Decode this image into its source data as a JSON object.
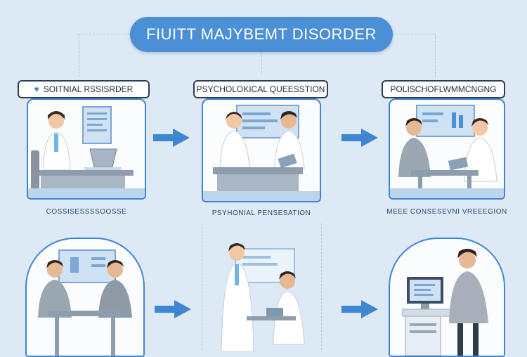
{
  "title": "FIUITT MAJYBEMT DISORDER",
  "steps": [
    {
      "label": "SOITNIAL RSSISRDER",
      "caption": "COSSISESSSSOOSSE"
    },
    {
      "label": "PSYCHOLOKICAL QUEESSTION",
      "caption": "PSYHONIAL PENSESATION"
    },
    {
      "label": "POLISCHOFLWMMCNGNG",
      "caption": "MEEE CONSESEVNI VREEEGION"
    }
  ],
  "colors": {
    "accent": "#4b8fd6",
    "panel_border": "#3f86d2",
    "background": "#dde9f4"
  }
}
